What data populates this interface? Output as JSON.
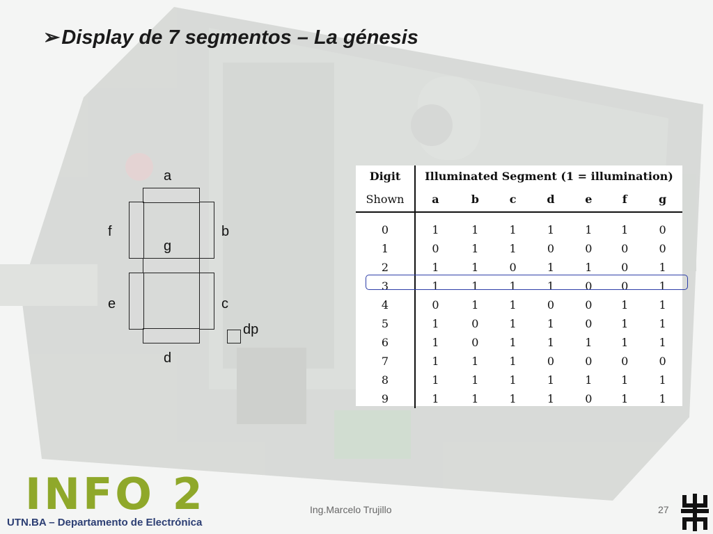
{
  "slide": {
    "title": "Display de 7 segmentos – La génesis",
    "bullet": "➢"
  },
  "segment_labels": {
    "a": "a",
    "b": "b",
    "c": "c",
    "d": "d",
    "e": "e",
    "f": "f",
    "g": "g",
    "dp": "dp"
  },
  "table": {
    "header_digit": "Digit",
    "header_segment": "Illuminated Segment (1 = illumination)",
    "header_shown": "Shown",
    "columns": [
      "a",
      "b",
      "c",
      "d",
      "e",
      "f",
      "g"
    ],
    "rows": [
      [
        "0",
        "1",
        "1",
        "1",
        "1",
        "1",
        "1",
        "0"
      ],
      [
        "1",
        "0",
        "1",
        "1",
        "0",
        "0",
        "0",
        "0"
      ],
      [
        "2",
        "1",
        "1",
        "0",
        "1",
        "1",
        "0",
        "1"
      ],
      [
        "3",
        "1",
        "1",
        "1",
        "1",
        "0",
        "0",
        "1"
      ],
      [
        "4",
        "0",
        "1",
        "1",
        "0",
        "0",
        "1",
        "1"
      ],
      [
        "5",
        "1",
        "0",
        "1",
        "1",
        "0",
        "1",
        "1"
      ],
      [
        "6",
        "1",
        "0",
        "1",
        "1",
        "1",
        "1",
        "1"
      ],
      [
        "7",
        "1",
        "1",
        "1",
        "0",
        "0",
        "0",
        "0"
      ],
      [
        "8",
        "1",
        "1",
        "1",
        "1",
        "1",
        "1",
        "1"
      ],
      [
        "9",
        "1",
        "1",
        "1",
        "1",
        "0",
        "1",
        "1"
      ]
    ]
  },
  "footer": {
    "author": "Ing.Marcelo Trujillo",
    "page": "27",
    "logo": "INFO 2",
    "department": "UTN.BA – Departamento de Electrónica"
  },
  "colors": {
    "logo_green": "#8fa82a",
    "dept_blue": "#2c3e73",
    "highlight": "#2d3ea8"
  }
}
